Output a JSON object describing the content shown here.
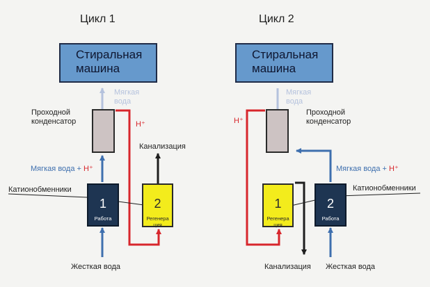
{
  "cycle1": {
    "title": "Цикл 1",
    "washer": [
      "Стиральная",
      "машина"
    ],
    "soft_water": [
      "Мягкая",
      "вода"
    ],
    "condenser": [
      "Проходной",
      "конденсатор"
    ],
    "h_plus": "H⁺",
    "drain": "Канализация",
    "soft_water_h": {
      "text": "Мягкая вода + ",
      "ion": "H⁺"
    },
    "cation_exchangers": "Катионобменники",
    "unit1": {
      "num": "1",
      "status": "Работа"
    },
    "unit2": {
      "num": "2",
      "status": "Регенера ция"
    },
    "hard_water": "Жесткая вода"
  },
  "cycle2": {
    "title": "Цикл 2",
    "washer": [
      "Стиральная",
      "машина"
    ],
    "soft_water": [
      "Мягкая",
      "вода"
    ],
    "condenser": [
      "Проходной",
      "конденсатор"
    ],
    "h_plus": "H⁺",
    "soft_water_h": {
      "text": "Мягкая вода + ",
      "ion": "H⁺"
    },
    "cation_exchangers": "Катионобменники",
    "unit1": {
      "num": "1",
      "status": "Регенера ция"
    },
    "unit2": {
      "num": "2",
      "status": "Работа"
    },
    "drain": "Канализация",
    "hard_water": "Жесткая вода"
  },
  "colors": {
    "washer_fill": "#6699cc",
    "condenser_fill": "#cdc3c3",
    "working_unit_fill": "#1e3552",
    "regenerating_unit_fill": "#f3ec1c",
    "soft_water_flow": "#3e6fae",
    "acid_flow": "#d7262c",
    "pale_flow": "#b5c2dd",
    "drain_flow": "#1e1e1e"
  }
}
